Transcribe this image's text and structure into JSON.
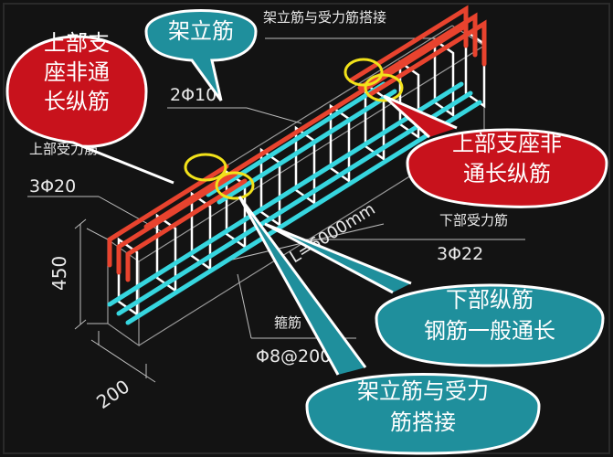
{
  "callouts": {
    "top_left": [
      "上部支",
      "座非通",
      "长纵筋"
    ],
    "erection_bar": "架立筋",
    "top_right": [
      "上部支座非",
      "通长纵筋"
    ],
    "bottom_long": [
      "下部纵筋",
      "钢筋一般通长"
    ],
    "lap": [
      "架立筋与受力",
      "筋搭接"
    ]
  },
  "cad_labels": {
    "lap_note": "架立筋与受力筋搭接",
    "erection_spec": "2Φ10",
    "top_main_bar": "上部受力筋",
    "top_main_spec": "3Φ20",
    "bottom_main_bar": "下部受力筋",
    "bottom_main_spec": "3Φ22",
    "length": "L=6000mm",
    "stirrup": "箍筋",
    "stirrup_spec": "Φ8@200",
    "height": "450",
    "width": "200"
  },
  "colors": {
    "background": "#121212",
    "red_bar": "#e8432e",
    "cyan_bar": "#36d6df",
    "stirrup": "#ffffff",
    "lap_circle": "#f2e21a",
    "red_bubble": "#c8121c",
    "teal_bubble": "#1f8f9c"
  }
}
